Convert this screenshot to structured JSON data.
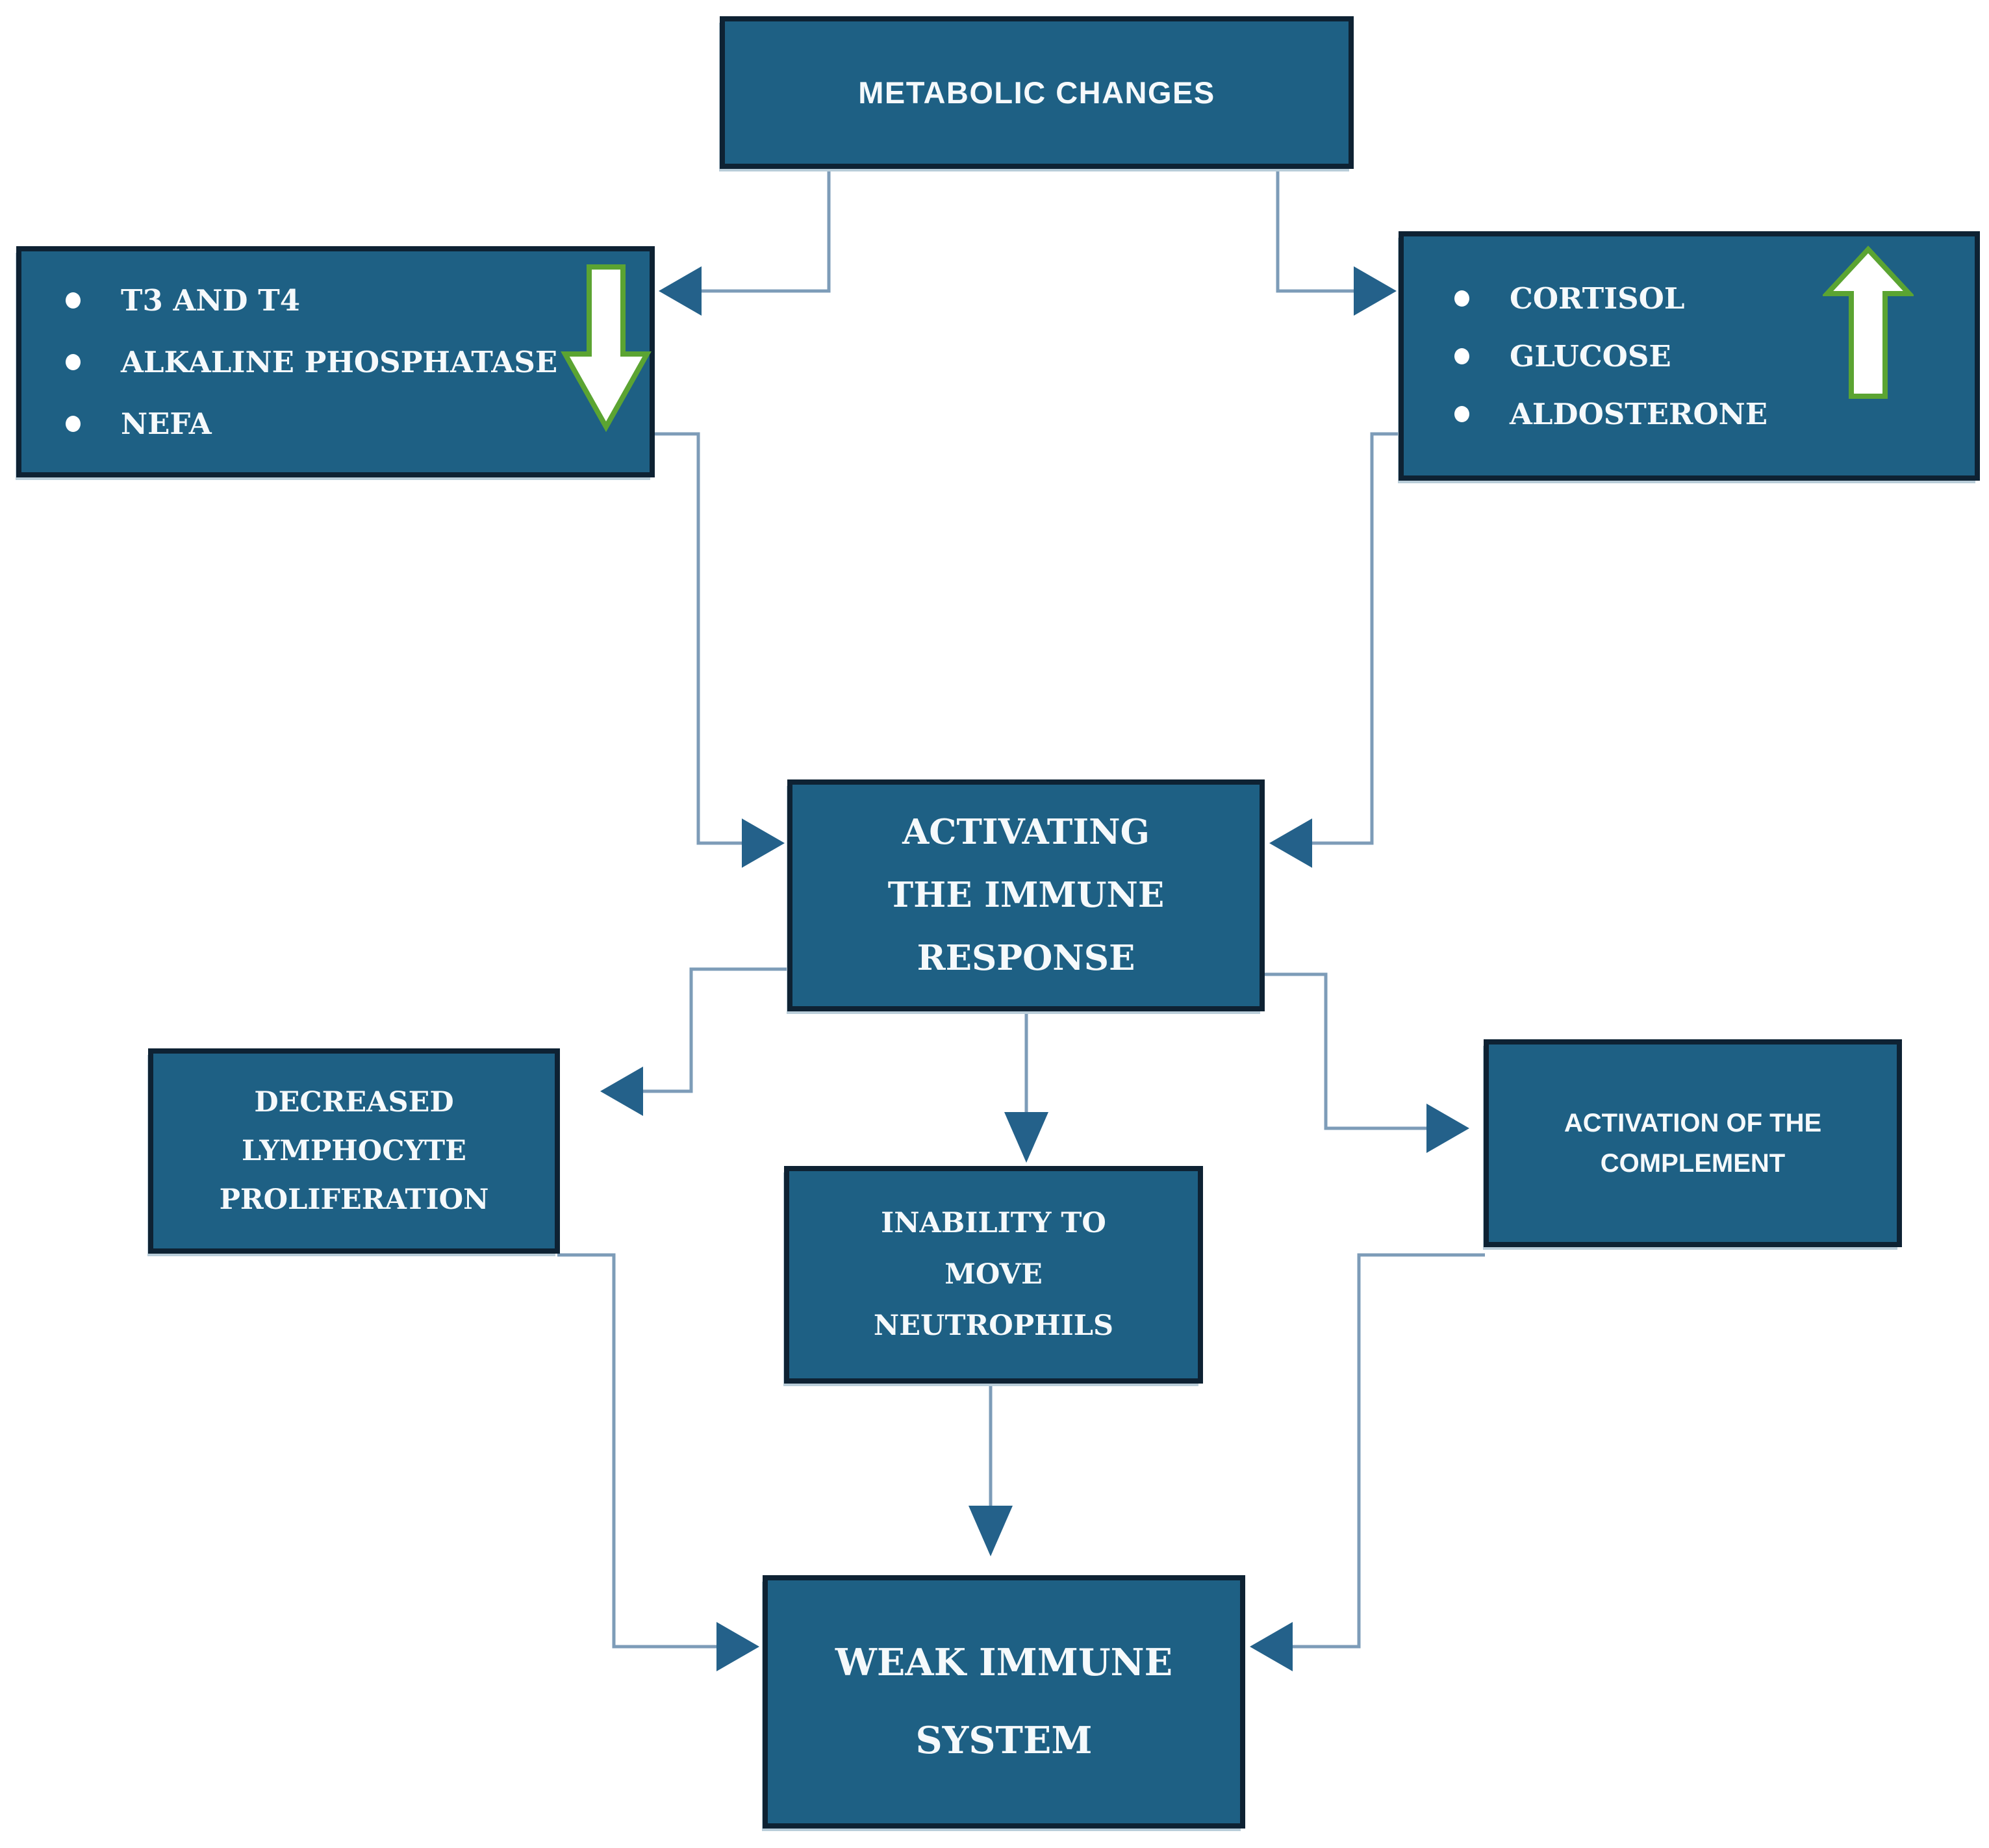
{
  "title": "Metabolic changes and immune response flowchart",
  "colors": {
    "box_fill": "#1e6084",
    "box_border": "#0e2233",
    "text": "#f5f9fb",
    "connector_line": "#7d9cb8",
    "connector_arrowhead": "#24618a",
    "trend_arrow_fill": "#ffffff",
    "trend_arrow_outline": "#5ba432",
    "background": "#ffffff"
  },
  "nodes": {
    "metabolic": {
      "label": "METABOLIC CHANGES"
    },
    "hormones_down": {
      "items": [
        "T3 AND T4",
        "ALKALINE PHOSPHATASE",
        "NEFA"
      ],
      "trend": "down",
      "trend_icon": "down-arrow-icon"
    },
    "hormones_up": {
      "items": [
        "CORTISOL",
        "GLUCOSE",
        "ALDOSTERONE"
      ],
      "trend": "up",
      "trend_icon": "up-arrow-icon"
    },
    "activating": {
      "lines": [
        "ACTIVATING",
        "THE IMMUNE",
        "RESPONSE"
      ]
    },
    "decreased": {
      "lines": [
        "DECREASED",
        "LYMPHOCYTE",
        "PROLIFERATION"
      ]
    },
    "inability": {
      "lines": [
        "INABILITY TO",
        "MOVE",
        "NEUTROPHILS"
      ]
    },
    "complement": {
      "lines": [
        "ACTIVATION OF THE",
        "COMPLEMENT"
      ]
    },
    "weak": {
      "lines": [
        "WEAK IMMUNE",
        "SYSTEM"
      ]
    }
  },
  "edges": [
    {
      "from": "metabolic-changes",
      "to": "decreased-hormones-list"
    },
    {
      "from": "metabolic-changes",
      "to": "increased-hormones-list"
    },
    {
      "from": "decreased-hormones-list",
      "to": "activating-the-immune-response"
    },
    {
      "from": "increased-hormones-list",
      "to": "activating-the-immune-response"
    },
    {
      "from": "activating-the-immune-response",
      "to": "decreased-lymphocyte-proliferation"
    },
    {
      "from": "activating-the-immune-response",
      "to": "inability-to-move-neutrophils"
    },
    {
      "from": "activating-the-immune-response",
      "to": "activation-of-the-complement"
    },
    {
      "from": "decreased-lymphocyte-proliferation",
      "to": "weak-immune-system"
    },
    {
      "from": "inability-to-move-neutrophils",
      "to": "weak-immune-system"
    },
    {
      "from": "activation-of-the-complement",
      "to": "weak-immune-system"
    }
  ]
}
